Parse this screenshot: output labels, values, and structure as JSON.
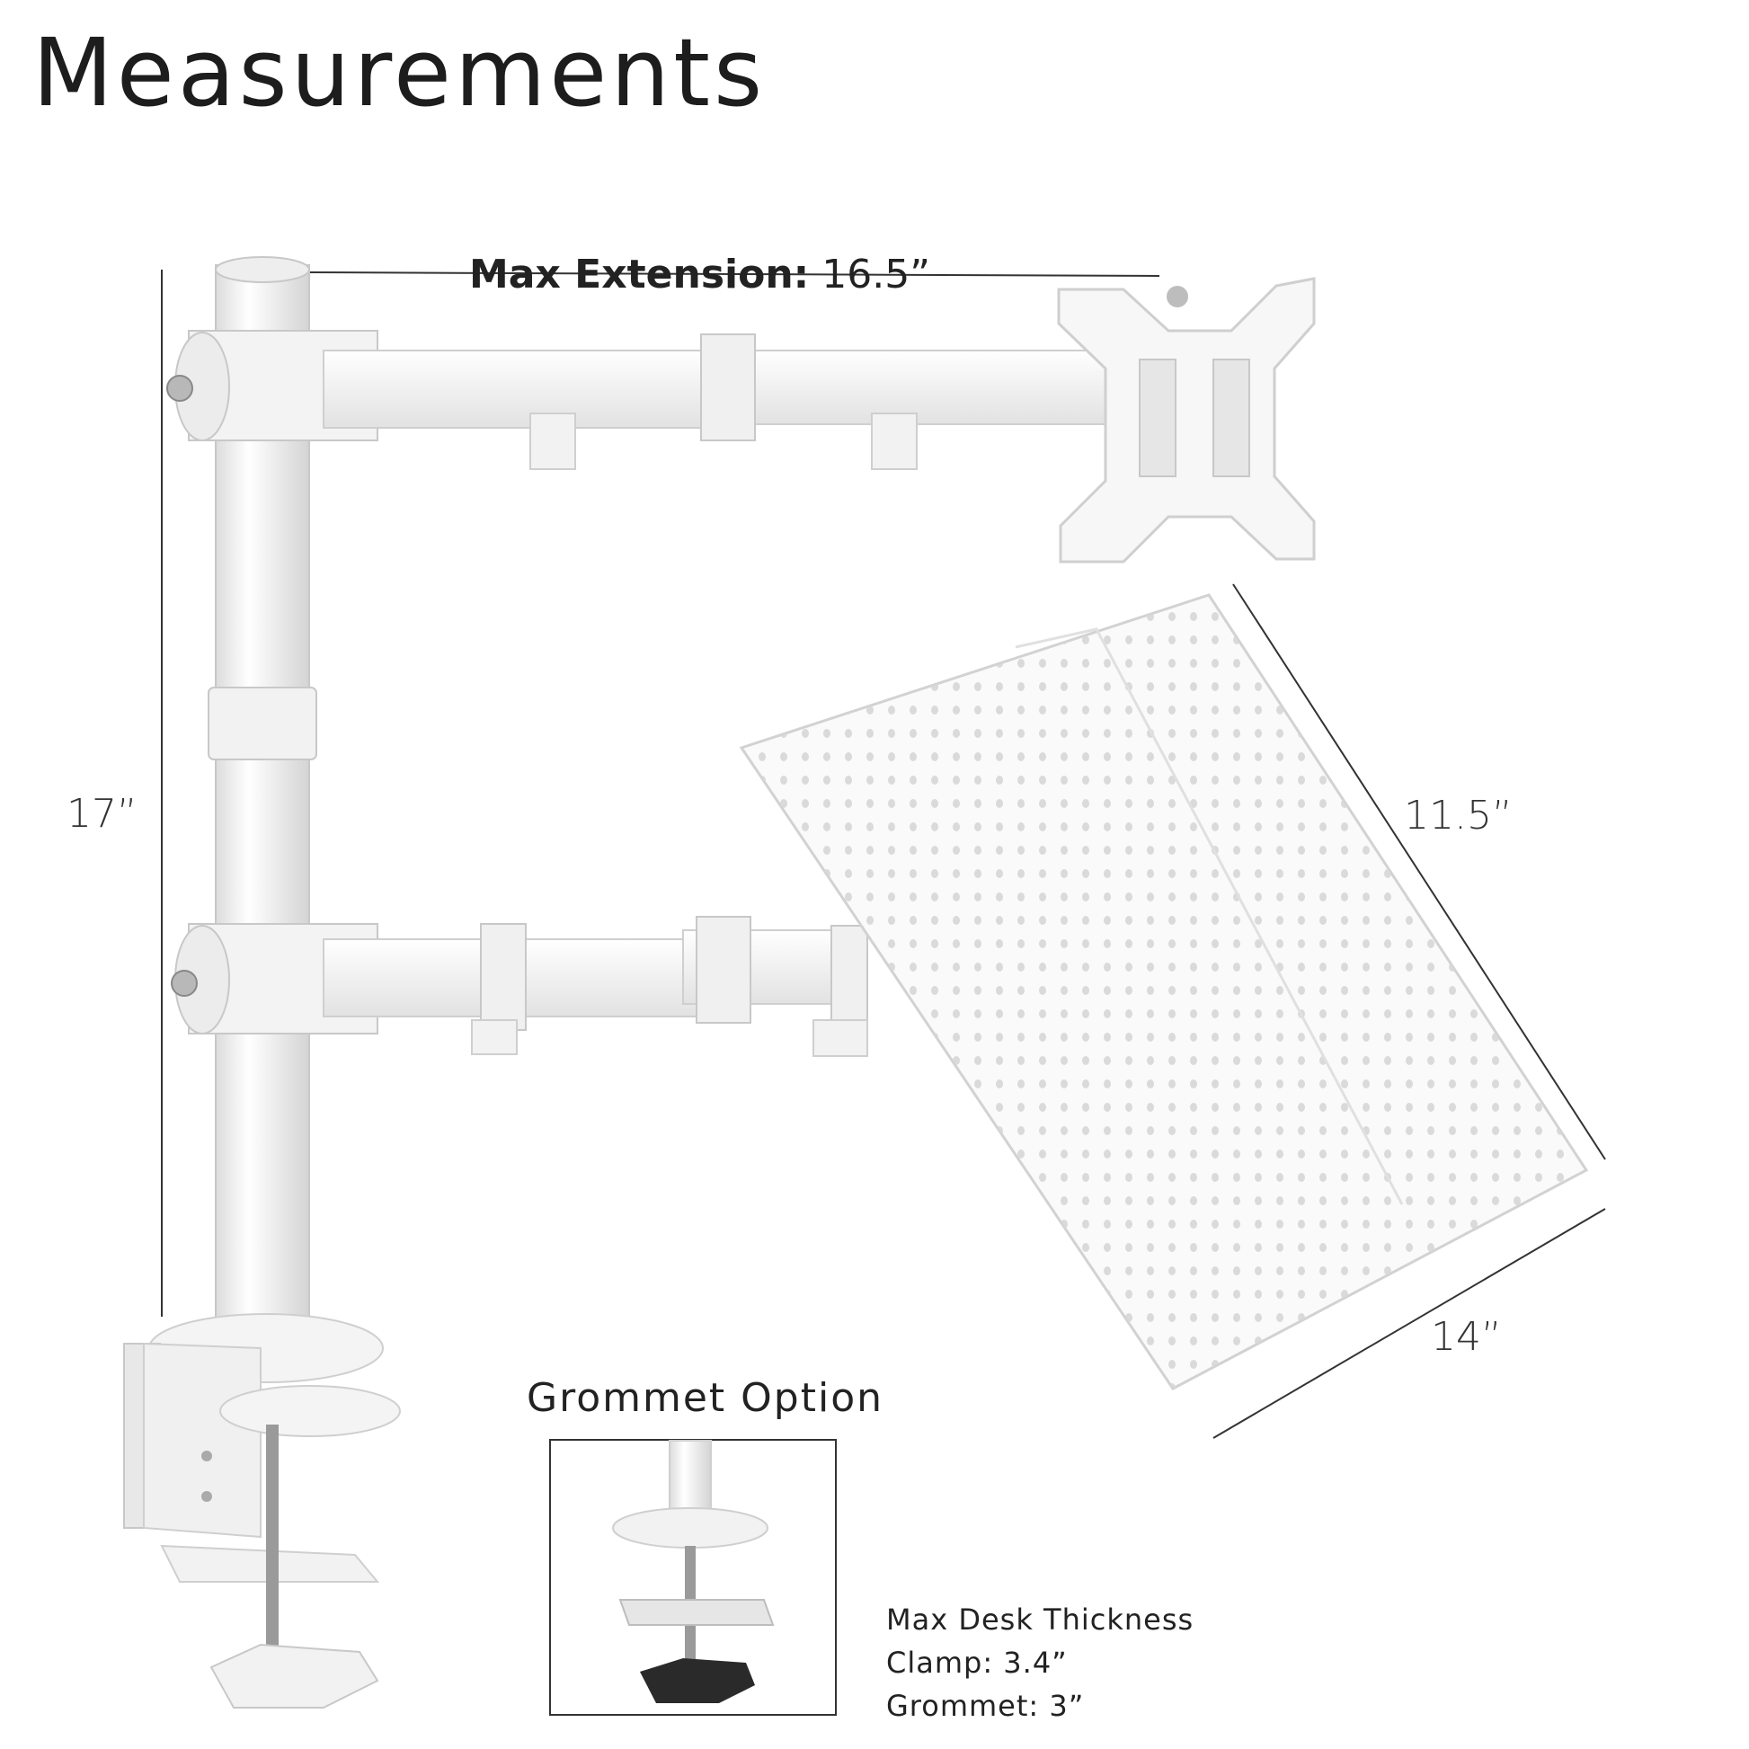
{
  "title": "Measurements",
  "max_extension": {
    "label": "Max Extension:",
    "value": "16.5”"
  },
  "dimensions": {
    "pole_height": "17”",
    "tray_depth": "11.5”",
    "tray_width": "14”"
  },
  "grommet": {
    "title": "Grommet Option"
  },
  "desk_thickness": {
    "heading": "Max Desk Thickness",
    "clamp_label": "Clamp:",
    "clamp_value": "3.4”",
    "grommet_label": "Grommet:",
    "grommet_value": "3”"
  },
  "colors": {
    "mount": "#f4f4f4",
    "outline": "#c9c9c9",
    "line": "#333333",
    "knob": "#2a2a2a"
  }
}
